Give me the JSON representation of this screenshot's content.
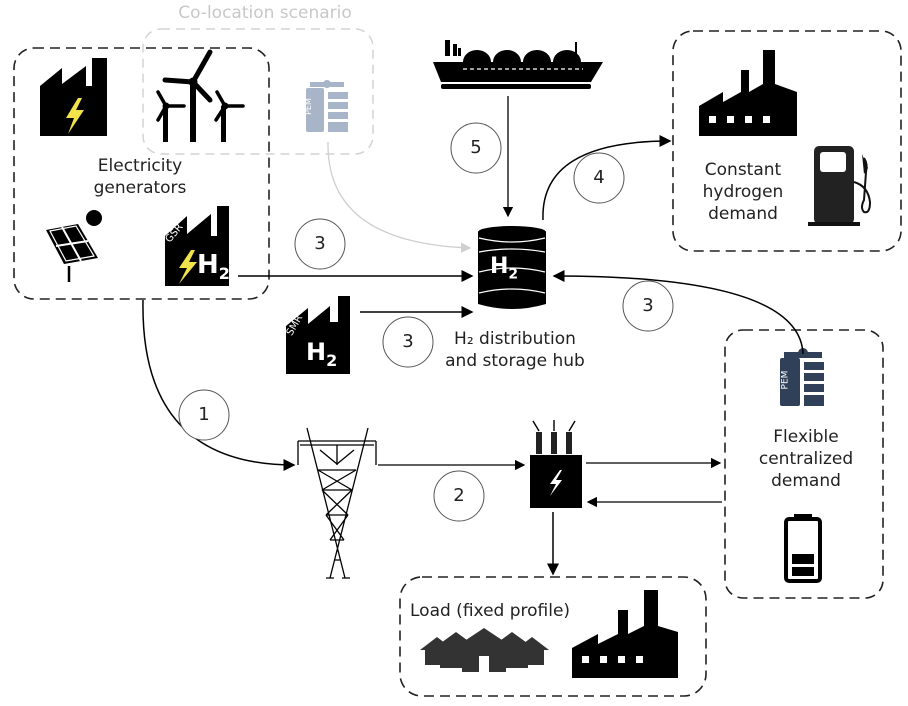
{
  "labels": {
    "colocation": "Co-location scenario",
    "generators_line1": "Electricity",
    "generators_line2": "generators",
    "hub_line1": "H₂ distribution",
    "hub_line2": "and storage hub",
    "constant_line1": "Constant",
    "constant_line2": "hydrogen",
    "constant_line3": "demand",
    "flexible_line1": "Flexible",
    "flexible_line2": "centralized",
    "flexible_line3": "demand",
    "load": "Load (fixed profile)"
  },
  "icon_text": {
    "gsr": "GSR",
    "smr": "SMR",
    "pem": "PEM",
    "h2": "H",
    "h2_sub": "2"
  },
  "steps": {
    "s1": "1",
    "s2": "2",
    "s3a": "3",
    "s3b": "3",
    "s3c": "3",
    "s4": "4",
    "s5": "5"
  },
  "colors": {
    "ink": "#000000",
    "pem": "#2f4058",
    "pem_faint": "#a8b4c8",
    "bolt": "#f2e34a",
    "faint": "#d0d0d0"
  }
}
